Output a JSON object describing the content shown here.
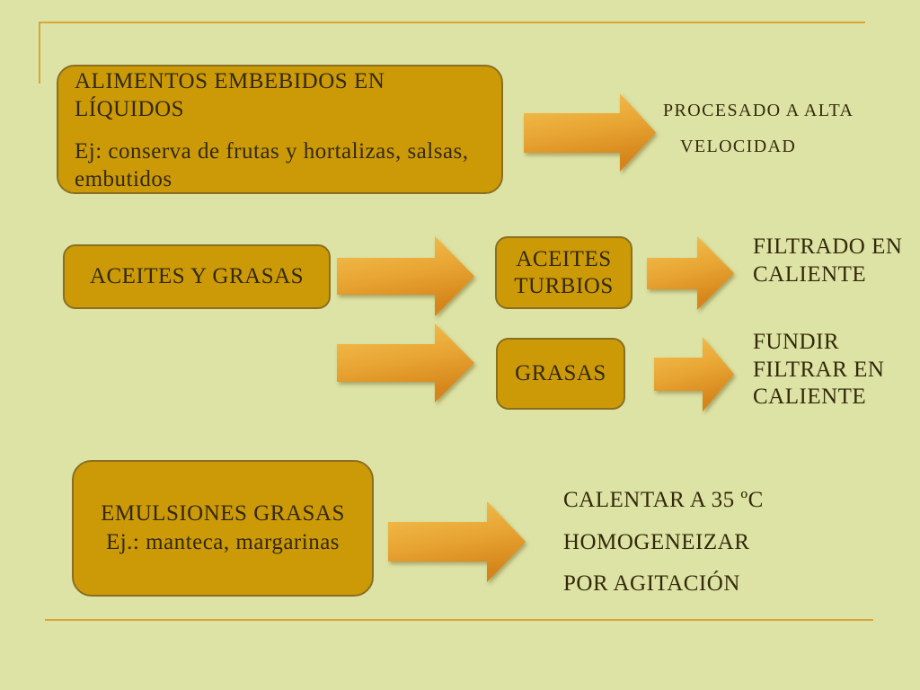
{
  "colors": {
    "background": "#dde3a4",
    "rule": "#d7a53a",
    "box_fill": "#cc9a07",
    "box_border": "#8a6f22",
    "text": "#33290a",
    "arrow_light": "#f5c353",
    "arrow_mid": "#e8a533",
    "arrow_dark": "#d5851a"
  },
  "icons": {
    "arrow": "right-block-arrow-icon"
  },
  "embedded_foods": {
    "title_lines": [
      "ALIMENTOS EMBEBIDOS EN",
      "LÍQUIDOS"
    ],
    "example_lines": [
      "Ej: conserva de frutas y hortalizas, salsas,",
      "embutidos"
    ],
    "result_lines": [
      "PROCESADO A ALTA",
      "VELOCIDAD"
    ]
  },
  "oils_and_fats": {
    "label": "ACEITES Y GRASAS",
    "cloudy_oils": {
      "label_lines": [
        "ACEITES",
        "TURBIOS"
      ],
      "result_lines": [
        "FILTRADO EN",
        "CALIENTE"
      ]
    },
    "fats": {
      "label": "GRASAS",
      "result_lines": [
        "FUNDIR",
        "FILTRAR EN",
        "CALIENTE"
      ]
    }
  },
  "fat_emulsions": {
    "title": "EMULSIONES GRASAS",
    "example": "Ej.: manteca, margarinas",
    "steps": [
      "CALENTAR A 35 ºC",
      "HOMOGENEIZAR",
      "POR AGITACIÓN"
    ]
  }
}
